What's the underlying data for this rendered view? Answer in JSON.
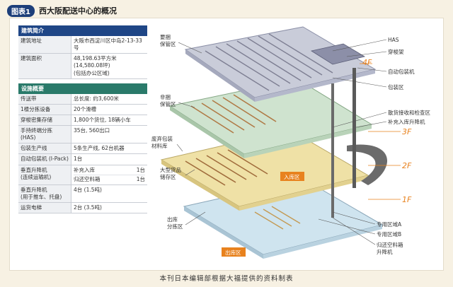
{
  "header": {
    "badge": "图表1",
    "title": "西大阪配送中心的概况"
  },
  "building": {
    "heading": "建筑简介",
    "rows": [
      {
        "key": "建筑地址",
        "value": "大阪市西淀川区中岛2-13-33号"
      },
      {
        "key": "建筑面积",
        "value": "48,198.63平方米 (14,580.08坪)",
        "value2": "(包括办公区域)"
      }
    ]
  },
  "equipment": {
    "heading": "设施概要",
    "rows": [
      {
        "key": "传送带",
        "value": "总长度: 约3,600米"
      },
      {
        "key": "1楼分拣设备",
        "value": "20个滑槽"
      },
      {
        "key": "穿梭密集存储",
        "value": "1,800个货位, 18辆小车"
      },
      {
        "key": "手持终端分拣 (HAS)",
        "value": "35台, 560出口"
      },
      {
        "key": "包装生产线",
        "value": "5条生产线, 62台机器"
      },
      {
        "key": "自动包装机 (I-Pack)",
        "value": "1台"
      },
      {
        "key": "垂直升降机",
        "key2": "(连续运输机)",
        "sub": [
          {
            "name": "补充入库",
            "count": "1台"
          },
          {
            "name": "归还空料箱",
            "count": "1台"
          }
        ]
      },
      {
        "key": "垂直升降机",
        "key2": "(用于推车、托盘)",
        "value": "4台 (1.5吨)"
      },
      {
        "key": "运货电梯",
        "value": "2台 (3.5吨)"
      }
    ]
  },
  "diagram": {
    "floors": {
      "f4": "4F",
      "f3": "3F",
      "f2": "2F",
      "f1": "1F"
    },
    "left_labels": {
      "picking_storage_1": "要捆",
      "picking_storage_2": "保管区",
      "nonpicking_1": "非捆",
      "nonpicking_2": "保管区",
      "waste_1": "废弃包装",
      "waste_2": "材料库",
      "large_1": "大型货品",
      "large_2": "储存区",
      "outbound_sort_1": "出库",
      "outbound_sort_2": "分拣区"
    },
    "right_labels": {
      "has": "HAS",
      "shuttle": "穿梭架",
      "auto_pack": "自动包装机",
      "packing": "包装区",
      "inspect": "散货接收和检查区",
      "replenish": "补充入库升降机",
      "zone_a": "专用区域A",
      "zone_b": "专用区域B",
      "return_1": "归还空料箱",
      "return_2": "升降机"
    },
    "tags": {
      "inbound": "入库区",
      "outbound": "出库区"
    },
    "colors": {
      "f4": "#c9ccd9",
      "f3": "#cfe3cf",
      "f2": "#efe1a6",
      "f1": "#cfe4ef",
      "accent": "#e8821e"
    }
  },
  "caption": "本刊日本编辑部根据大福提供的资料制表"
}
